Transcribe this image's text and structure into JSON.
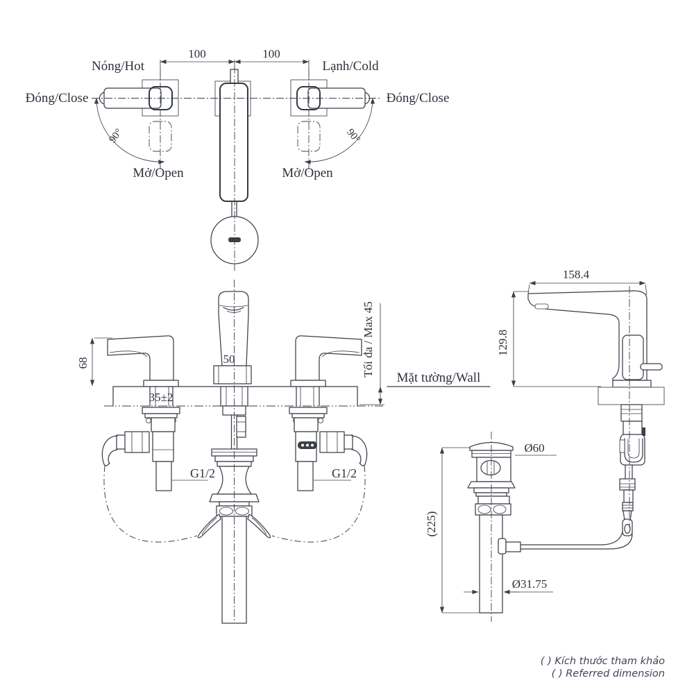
{
  "drawing_title": "faucet-installation-technical-drawing",
  "colors": {
    "line": "#3a3f48",
    "text": "#2c313b",
    "footnote": "#3e4558",
    "background": "#ffffff"
  },
  "tv": {
    "dim_left": "100",
    "dim_right": "100",
    "hot": "Nóng/Hot",
    "cold": "Lạnh/Cold",
    "close_left": "Đóng/Close",
    "close_right": "Đóng/Close",
    "open_left": "Mở/Open",
    "open_right": "Mở/Open",
    "angle_left": "90°",
    "angle_right": "90°"
  },
  "fv": {
    "handle_height": "68",
    "spout_width": "50",
    "deck_thickness": "35±2",
    "max_thickness": "Tối đa / Max 45",
    "wall": "Mặt tường/Wall",
    "thread_left": "G1/2",
    "thread_right": "G1/2"
  },
  "sv": {
    "reach": "158.4",
    "height": "129.8"
  },
  "dv": {
    "cap_diameter": "Ø60",
    "overall_length": "(225)",
    "pipe_diameter": "Ø31.75"
  },
  "foot": {
    "vi": "( ) Kích thước tham khảo",
    "en": "( ) Referred dimension"
  }
}
